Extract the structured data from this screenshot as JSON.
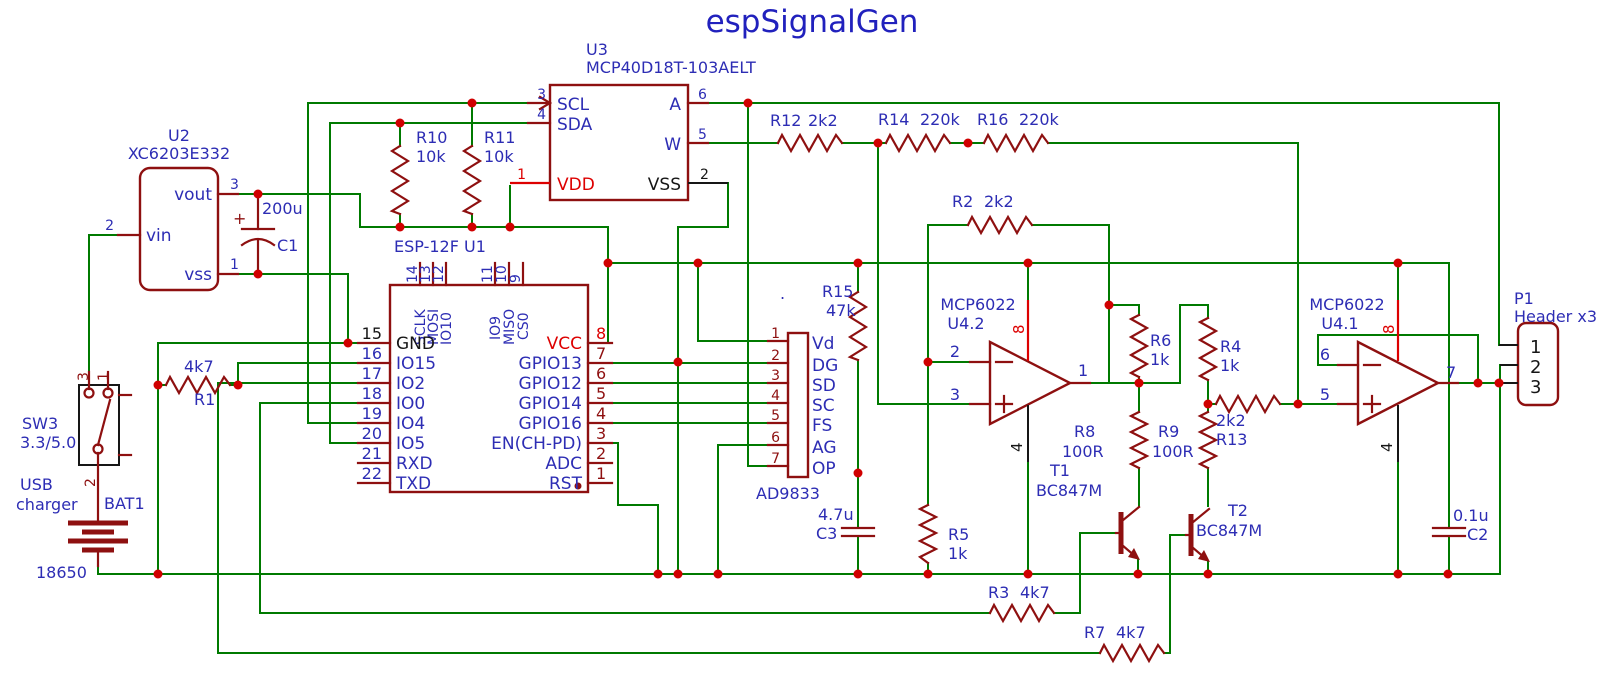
{
  "title": "espSignalGen",
  "stray_dot": ".",
  "colors": {
    "wire_green": "#007a00",
    "component_maroon": "#8e1010",
    "junction_red": "#d00000",
    "label_blue": "#2d2db4",
    "power_red": "#dd0000",
    "gnd_black": "#161616",
    "title_blue": "#2121bd"
  },
  "u2": {
    "ref": "U2",
    "part": "XC6203E332",
    "p_vout": "vout",
    "p_vin": "vin",
    "p_vss": "vss",
    "n_vout": "3",
    "n_vin": "2",
    "n_vss": "1"
  },
  "c1": {
    "ref": "C1",
    "value": "200u",
    "plus": "+"
  },
  "r1": {
    "ref": "R1",
    "value": "4k7"
  },
  "sw3": {
    "ref": "SW3",
    "value": "3.3/5.0",
    "n_a": "3",
    "n_b": "1",
    "n_c": "2",
    "cap1": "USB",
    "cap2": "charger"
  },
  "bat1": {
    "ref": "BAT1",
    "value": "18650"
  },
  "u3": {
    "ref": "U3",
    "part": "MCP40D18T-103AELT",
    "p_scl": "SCL",
    "p_sda": "SDA",
    "p_vdd": "VDD",
    "p_a": "A",
    "p_w": "W",
    "p_vss": "VSS",
    "n_scl": "3",
    "n_sda": "4",
    "n_vdd": "1",
    "n_a": "6",
    "n_w": "5",
    "n_vss": "2"
  },
  "r10": {
    "ref": "R10",
    "value": "10k"
  },
  "r11": {
    "ref": "R11",
    "value": "10k"
  },
  "esp": {
    "ref": "ESP-12F  U1",
    "top": [
      {
        "n": "14",
        "l": "SCLK"
      },
      {
        "n": "13",
        "l": "MOSI"
      },
      {
        "n": "12",
        "l": "IO10"
      },
      {
        "n": "11",
        "l": "IO9"
      },
      {
        "n": "10",
        "l": "MISO"
      },
      {
        "n": "9",
        "l": "CS0"
      }
    ],
    "left": [
      {
        "n": "15",
        "l": "GND"
      },
      {
        "n": "16",
        "l": "IO15"
      },
      {
        "n": "17",
        "l": "IO2"
      },
      {
        "n": "18",
        "l": "IO0"
      },
      {
        "n": "19",
        "l": "IO4"
      },
      {
        "n": "20",
        "l": "IO5"
      },
      {
        "n": "21",
        "l": "RXD"
      },
      {
        "n": "22",
        "l": "TXD"
      }
    ],
    "right": [
      {
        "n": "8",
        "l": "VCC"
      },
      {
        "n": "7",
        "l": "GPIO13"
      },
      {
        "n": "6",
        "l": "GPIO12"
      },
      {
        "n": "5",
        "l": "GPIO14"
      },
      {
        "n": "4",
        "l": "GPIO16"
      },
      {
        "n": "3",
        "l": "EN(CH-PD)"
      },
      {
        "n": "2",
        "l": "ADC"
      },
      {
        "n": "1",
        "l": "RST"
      }
    ]
  },
  "ad": {
    "ref": "AD9833",
    "pins": [
      {
        "n": "1",
        "l": "Vd"
      },
      {
        "n": "2",
        "l": "DG"
      },
      {
        "n": "3",
        "l": "SD"
      },
      {
        "n": "4",
        "l": "SC"
      },
      {
        "n": "5",
        "l": "FS"
      },
      {
        "n": "6",
        "l": "AG"
      },
      {
        "n": "7",
        "l": "OP"
      }
    ]
  },
  "r15": {
    "ref": "R15",
    "value": "47k"
  },
  "r12": {
    "ref": "R12",
    "value": "2k2"
  },
  "r14": {
    "ref": "R14",
    "value": "220k"
  },
  "r16": {
    "ref": "R16",
    "value": "220k"
  },
  "r2": {
    "ref": "R2",
    "value": "2k2"
  },
  "u42": {
    "part": "MCP6022",
    "ref": "U4.2",
    "n_inv": "2",
    "n_nin": "3",
    "n_out": "1",
    "n_vp": "8",
    "n_vm": "4"
  },
  "u41": {
    "part": "MCP6022",
    "ref": "U4.1",
    "n_inv": "6",
    "n_nin": "5",
    "n_out": "7",
    "n_vp": "8",
    "n_vm": "4"
  },
  "r6": {
    "ref": "R6",
    "value": "1k"
  },
  "r4": {
    "ref": "R4",
    "value": "1k"
  },
  "r8": {
    "ref": "R8",
    "value": "100R"
  },
  "r9": {
    "ref": "R9",
    "value": "100R"
  },
  "r13": {
    "ref": "R13",
    "value": "2k2"
  },
  "r5": {
    "ref": "R5",
    "value": "1k"
  },
  "t1": {
    "ref": "T1",
    "part": "BC847M"
  },
  "t2": {
    "ref": "T2",
    "part": "BC847M"
  },
  "c3": {
    "ref": "C3",
    "value": "4.7u"
  },
  "c2": {
    "ref": "C2",
    "value": "0.1u"
  },
  "r3": {
    "ref": "R3",
    "value": "4k7"
  },
  "r7": {
    "ref": "R7",
    "value": "4k7"
  },
  "p1": {
    "ref": "P1",
    "part": "Header x3",
    "n1": "1",
    "n2": "2",
    "n3": "3"
  }
}
